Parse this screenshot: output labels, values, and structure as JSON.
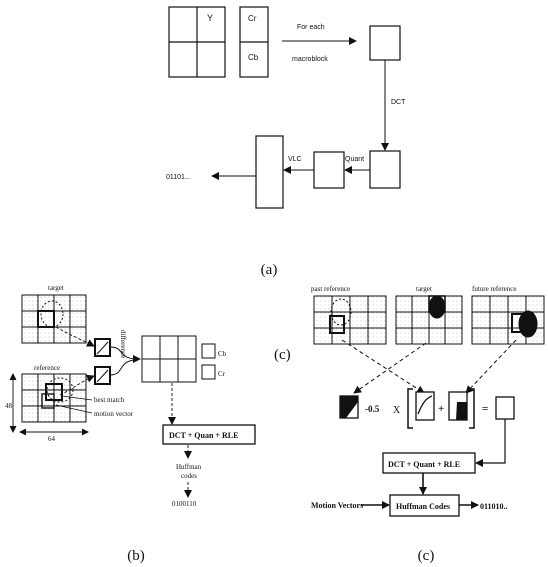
{
  "panel_a": {
    "y_label": "Y",
    "cr_label": "Cr",
    "cb_label": "Cb",
    "for_each": "For each",
    "macroblock": "macroblock",
    "dct": "DCT",
    "quant": "Quant",
    "vlc": "VLC",
    "bitstream": "01101...",
    "caption": "(a)"
  },
  "panel_b": {
    "target": "target",
    "reference": "reference",
    "difference": "difference",
    "cb_label": "Cb",
    "cr_label": "Cr",
    "best_match": "best match",
    "motion_vector": "motion vector",
    "dim_height": "48",
    "dim_width": "64",
    "pipeline": "DCT + Quan + RLE",
    "huffman": "Huffman",
    "codes": "codes",
    "bitstream": "0100110",
    "caption": "(b)"
  },
  "panel_c": {
    "side_label": "(c)",
    "past_reference": "past reference",
    "target": "target",
    "future_reference": "future reference",
    "coef": "-0.5",
    "times": "X",
    "plus": "+",
    "equals": "=",
    "pipeline": "DCT + Quant + RLE",
    "huffman": "Huffman Codes",
    "motion_vectors": "Motion Vectors",
    "bitstream": "011010..",
    "caption": "(c)"
  }
}
